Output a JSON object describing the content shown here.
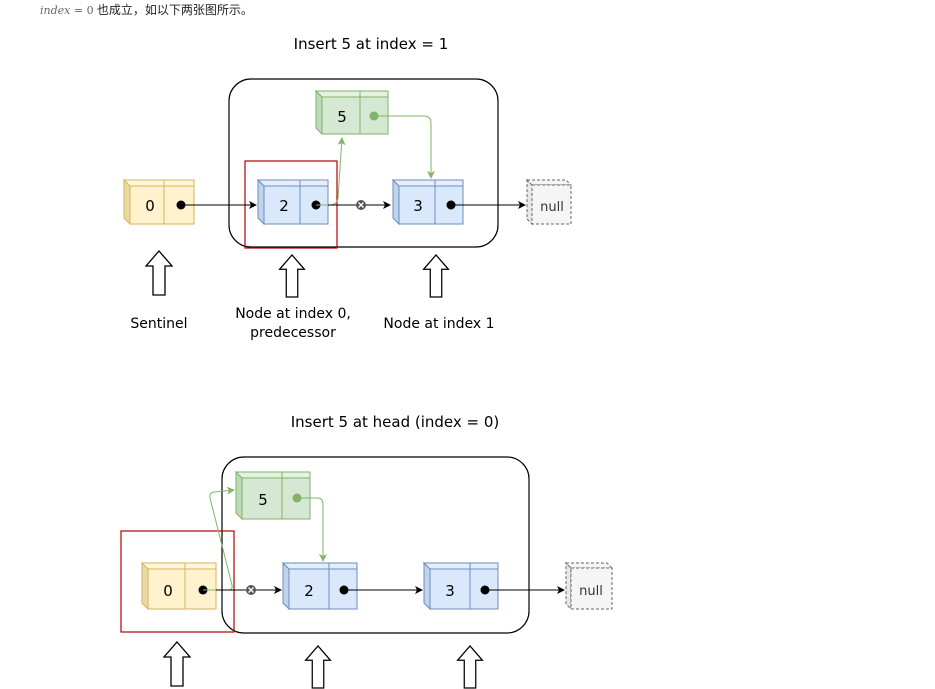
{
  "intro": {
    "math_var": "index",
    "math_eq": " = ",
    "math_val": "0",
    "text": " 也成立，如以下两张图所示。"
  },
  "diagram1": {
    "title": "Insert 5 at index = 1",
    "new_node": "5",
    "nodes": [
      "0",
      "2",
      "3"
    ],
    "null_label": "null",
    "labels": {
      "sentinel": "Sentinel",
      "pred_line1": "Node at index 0,",
      "pred_line2": "predecessor",
      "next": "Node at index 1"
    }
  },
  "diagram2": {
    "title": "Insert 5 at head (index = 0)",
    "new_node": "5",
    "nodes": [
      "0",
      "2",
      "3"
    ],
    "null_label": "null"
  },
  "colors": {
    "yellow_fill": "#fff2cc",
    "yellow_stroke": "#d6b656",
    "blue_fill": "#dae8fc",
    "blue_stroke": "#6c8ebf",
    "green_fill": "#d5e8d4",
    "green_stroke": "#82b366",
    "null_fill": "#f5f5f5",
    "null_stroke": "#666666",
    "highlight": "#b20000"
  }
}
